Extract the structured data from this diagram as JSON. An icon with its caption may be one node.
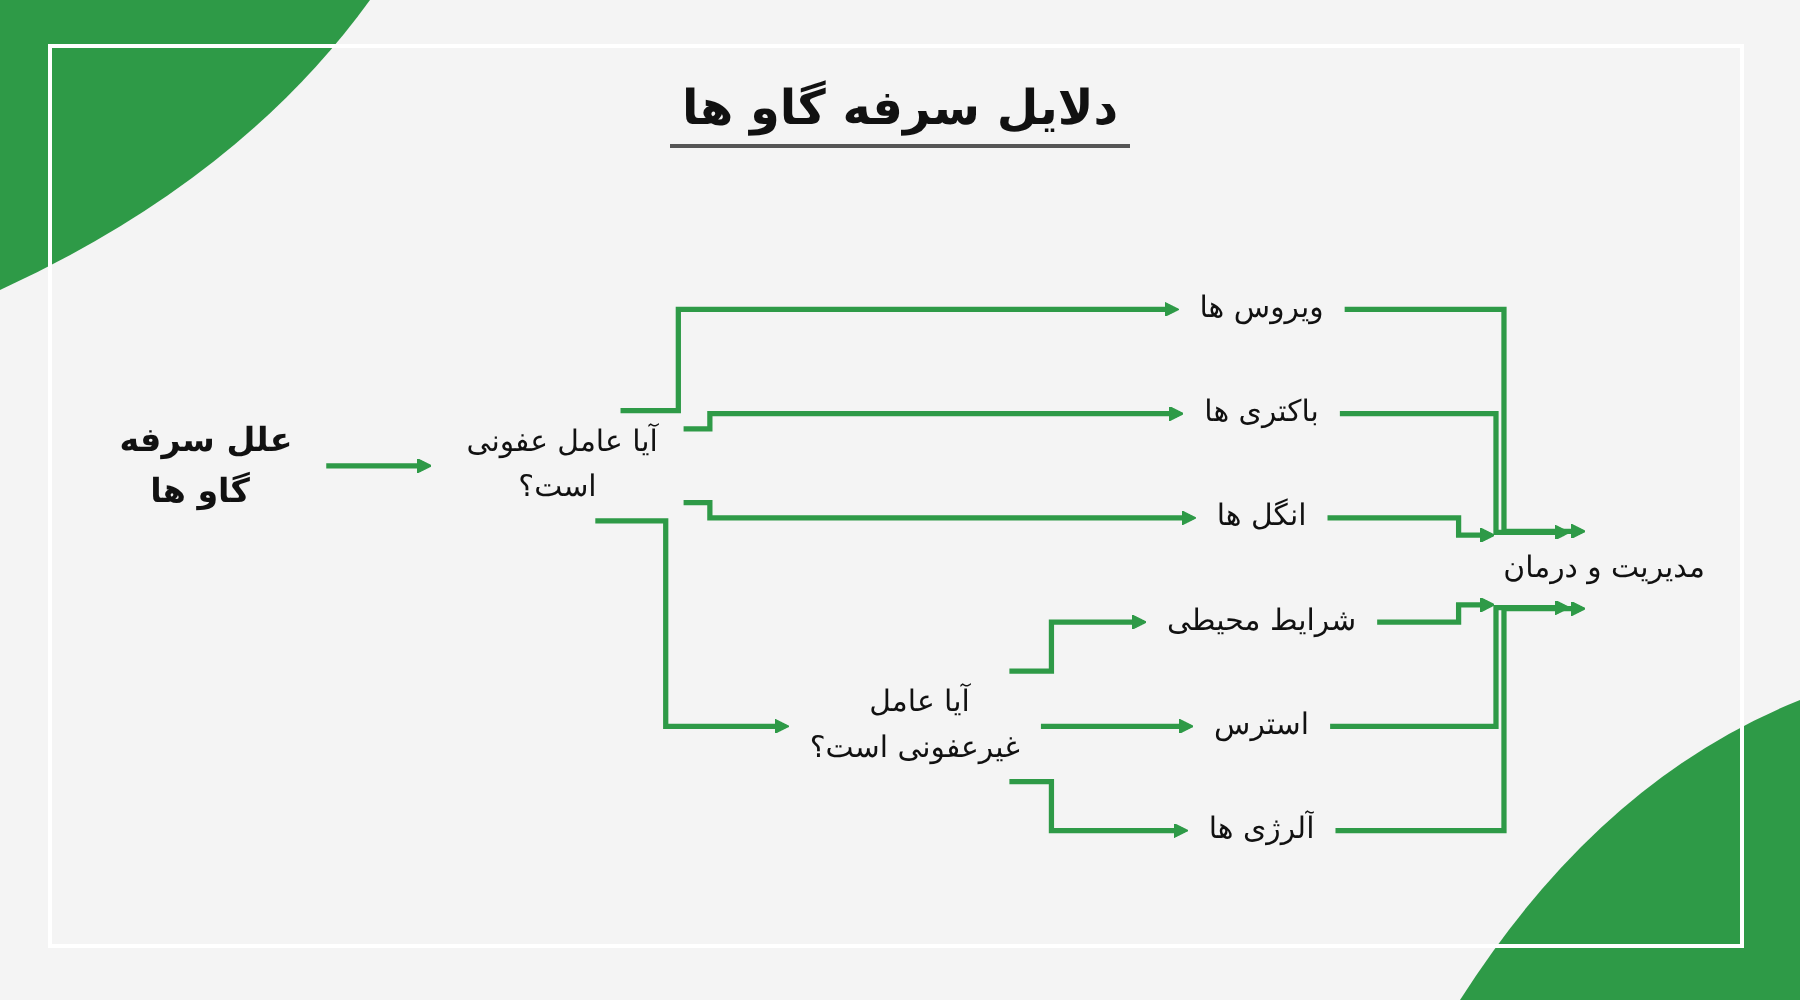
{
  "diagram": {
    "title": "دلایل سرفه گاو ها",
    "nodes": [
      {
        "text": [
          "علل سرفه گاو ها"
        ]
      },
      {
        "text": [
          "آیا عامل عفونی است؟"
        ]
      },
      {
        "text": [
          "ویروس ها"
        ]
      },
      {
        "text": [
          "باکتری ها"
        ]
      },
      {
        "text": [
          "انگل ها"
        ]
      },
      {
        "text": [
          "آیا عامل غیرعفونی است؟"
        ]
      },
      {
        "text": [
          "شرایط محیطی"
        ]
      },
      {
        "text": [
          "استرس"
        ]
      },
      {
        "text": [
          "آلرژی ها"
        ]
      },
      {
        "text": [
          "مدیریت و درمان"
        ]
      }
    ],
    "edges": [
      {
        "from": 0,
        "to": 1,
        "arrow": "to"
      },
      {
        "from": 1,
        "to": 2,
        "arrow": "to"
      },
      {
        "from": 1,
        "to": 3,
        "arrow": "to"
      },
      {
        "from": 1,
        "to": 4,
        "arrow": "to"
      },
      {
        "from": 1,
        "to": 5,
        "arrow": "to"
      },
      {
        "from": 5,
        "to": 6,
        "arrow": "to"
      },
      {
        "from": 5,
        "to": 7,
        "arrow": "to"
      },
      {
        "from": 5,
        "to": 8,
        "arrow": "to"
      },
      {
        "from": 2,
        "to": 9,
        "arrow": "to"
      },
      {
        "from": 3,
        "to": 9,
        "arrow": "to"
      },
      {
        "from": 4,
        "to": 9,
        "arrow": "to"
      },
      {
        "from": 6,
        "to": 9,
        "arrow": "to"
      },
      {
        "from": 7,
        "to": 9,
        "arrow": "to"
      },
      {
        "from": 8,
        "to": 9,
        "arrow": "to"
      }
    ]
  }
}
